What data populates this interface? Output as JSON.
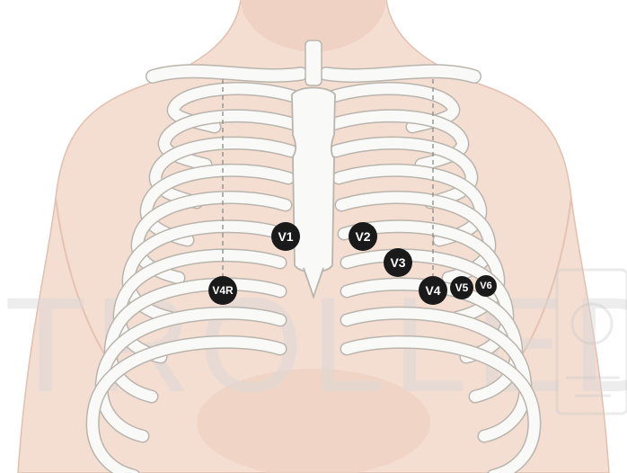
{
  "watermark": {
    "text": "TROLLED"
  },
  "colors": {
    "skin": "#f4ddd1",
    "skin_shadow": "#e8c5b3",
    "bone": "#f9f9f7",
    "bone_stroke": "#b9b5ad",
    "electrode": "#1a1a1a",
    "electrode_text": "#ffffff",
    "guide_line": "#8a8a8a"
  },
  "electrodes": [
    {
      "id": "V1",
      "label": "V1"
    },
    {
      "id": "V2",
      "label": "V2"
    },
    {
      "id": "V3",
      "label": "V3"
    },
    {
      "id": "V4",
      "label": "V4"
    },
    {
      "id": "V5",
      "label": "V5"
    },
    {
      "id": "V6",
      "label": "V6"
    },
    {
      "id": "V4R",
      "label": "V4R"
    }
  ]
}
